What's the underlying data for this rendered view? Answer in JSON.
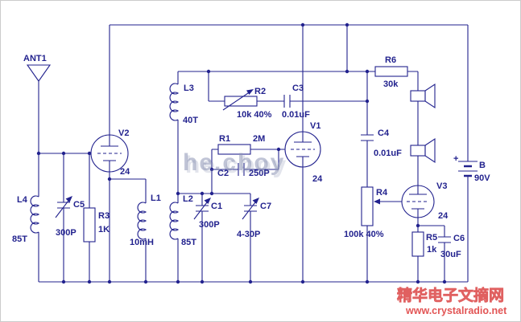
{
  "diagram": {
    "type": "vacuum-tube regenerative radio receiver schematic",
    "components": {
      "ant1": {
        "ref": "ANT1",
        "value": ""
      },
      "v1": {
        "ref": "V1",
        "value": "24"
      },
      "v2": {
        "ref": "V2",
        "value": "24"
      },
      "v3": {
        "ref": "V3",
        "value": "24"
      },
      "l1": {
        "ref": "L1",
        "value": "10mH"
      },
      "l2": {
        "ref": "L2",
        "value": "85T"
      },
      "l3": {
        "ref": "L3",
        "value": "40T"
      },
      "l4": {
        "ref": "L4",
        "value": "85T"
      },
      "c1": {
        "ref": "C1",
        "value": "300P"
      },
      "c2": {
        "ref": "C2",
        "value": "250P"
      },
      "c3": {
        "ref": "C3",
        "value": "0.01uF"
      },
      "c4": {
        "ref": "C4",
        "value": "0.01uF"
      },
      "c5": {
        "ref": "C5",
        "value": "300P"
      },
      "c6": {
        "ref": "C6",
        "value": "30uF"
      },
      "c7": {
        "ref": "C7",
        "value": "4-30P"
      },
      "r1": {
        "ref": "R1",
        "value": "2M"
      },
      "r2": {
        "ref": "R2",
        "value": "10k 40%"
      },
      "r3": {
        "ref": "R3",
        "value": "1K"
      },
      "r4": {
        "ref": "R4",
        "value": "100k 40%"
      },
      "r5": {
        "ref": "R5",
        "value": "1k"
      },
      "r6": {
        "ref": "R6",
        "value": "30k"
      },
      "battery": {
        "ref": "B",
        "value": "90V",
        "polarity": "+"
      }
    }
  },
  "watermarks": {
    "center": "he.cboy",
    "stamp_cn": "精华电子文摘网",
    "stamp_url": "www.crystalradio.net"
  },
  "colors": {
    "wire": "#22228e",
    "stamp_fill": "#f6a0a0",
    "stamp_stroke": "#e06060",
    "watermark_gray": "#8d95b5"
  }
}
